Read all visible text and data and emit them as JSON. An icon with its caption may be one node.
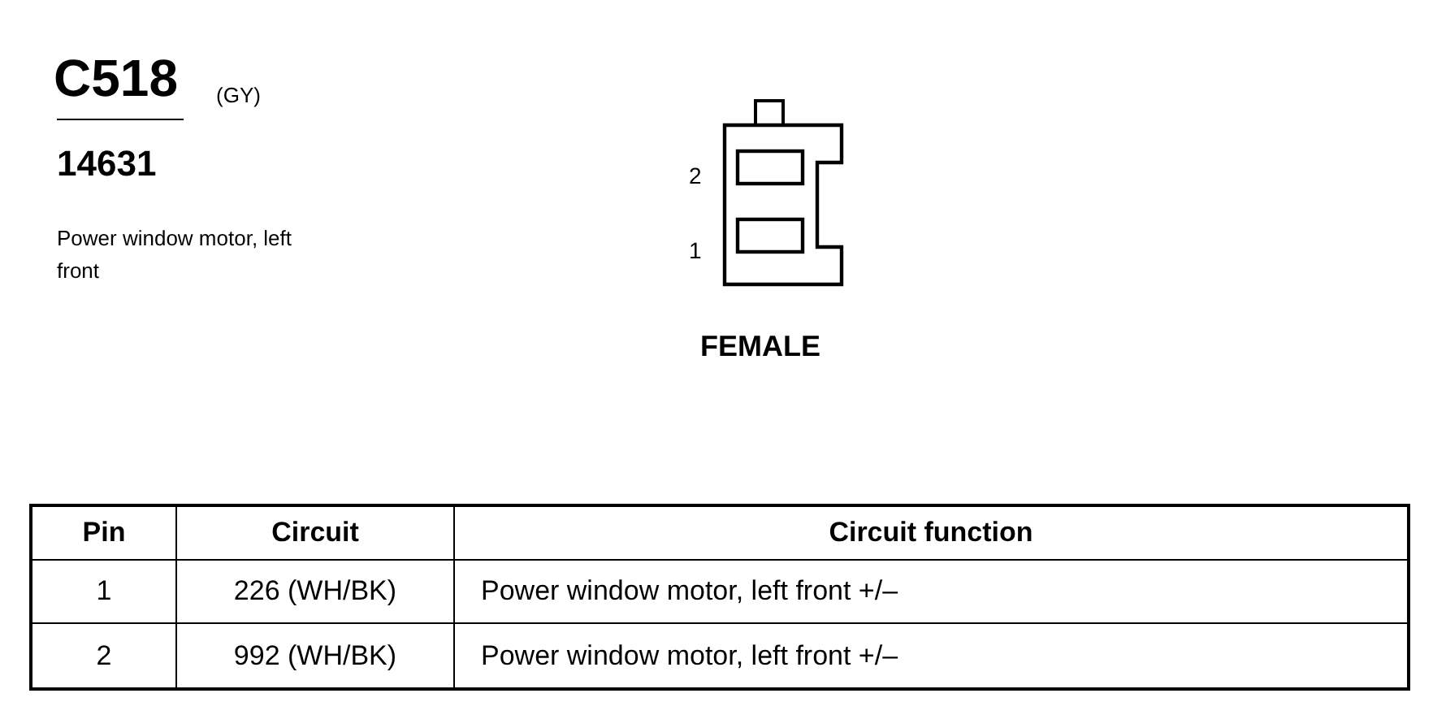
{
  "diagram": {
    "title": "C518",
    "labels": [
      "(GY)",
      "14631",
      "Power window motor, left front",
      "2",
      "1",
      "FEMALE",
      "Pin",
      "Circuit",
      "Circuit function",
      "1",
      "226 (WH/BK)",
      "Power window motor, left front +/–",
      "2",
      "992 (WH/BK)",
      "Power window motor, left front +/–"
    ]
  }
}
